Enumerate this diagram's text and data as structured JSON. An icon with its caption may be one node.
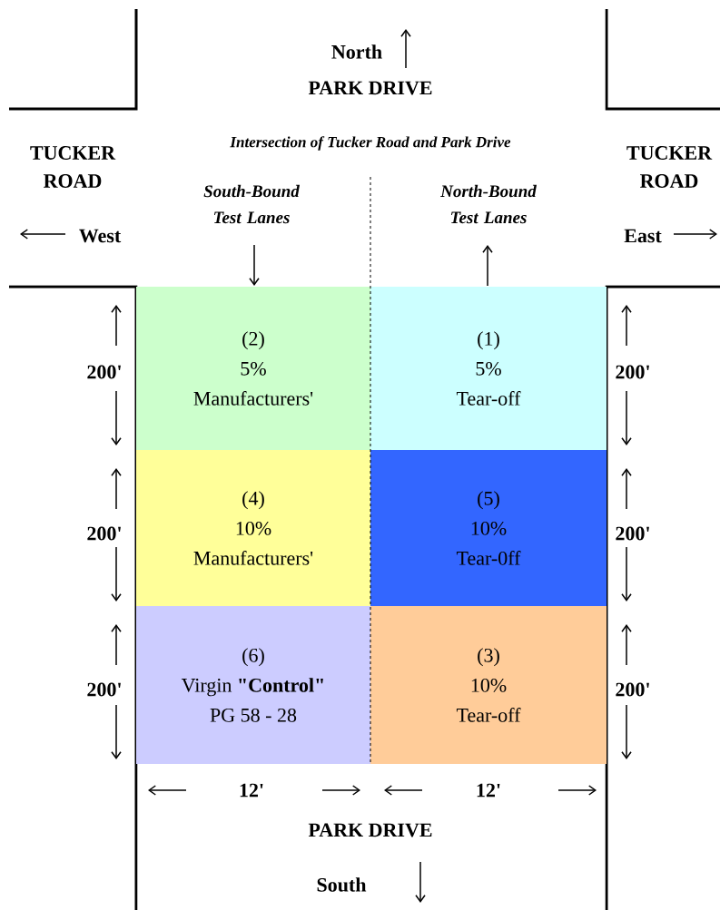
{
  "diagram": {
    "nodes": [
      {
        "text": [
          "(2)",
          "5%",
          "Manufacturers'"
        ]
      },
      {
        "text": [
          "(1)",
          "5%",
          "Tear-off"
        ]
      },
      {
        "text": [
          "(4)",
          "10%",
          "Manufacturers'"
        ]
      },
      {
        "text": [
          "(5)",
          "10%",
          "Tear-0ff"
        ]
      },
      {
        "text": [
          "(6)",
          "Virgin **\"Control\"**",
          "PG 58 - 28"
        ]
      },
      {
        "text": [
          "(3)",
          "10%",
          "Tear-off"
        ]
      }
    ],
    "labels": [
      "North",
      "PARK DRIVE",
      "Intersection of Tucker Road and Park Drive",
      "TUCKER ROAD",
      "TUCKER ROAD",
      "South-Bound Test Lanes",
      "North-Bound Test Lanes",
      "West",
      "East",
      "200'",
      "200'",
      "200'",
      "200'",
      "200'",
      "200'",
      "12'",
      "12'",
      "PARK DRIVE",
      "South"
    ]
  }
}
